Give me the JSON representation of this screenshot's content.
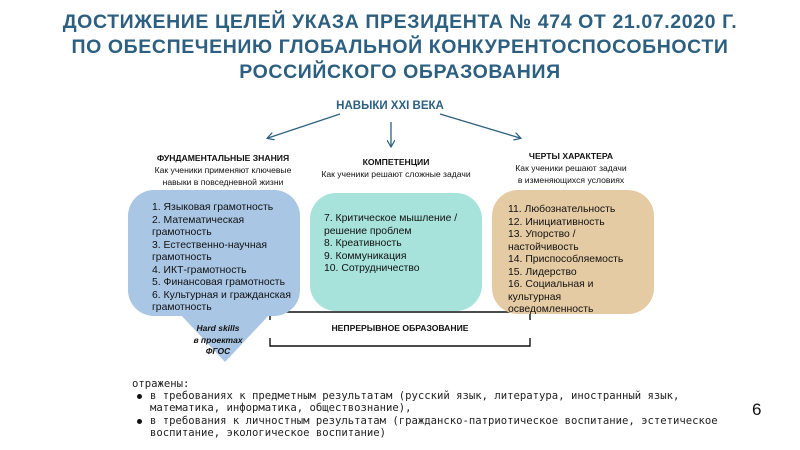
{
  "title": {
    "line1": "ДОСТИЖЕНИЕ ЦЕЛЕЙ УКАЗА ПРЕЗИДЕНТА № 474 ОТ 21.07.2020 Г.",
    "line2": "ПО ОБЕСПЕЧЕНИЮ ГЛОБАЛЬНОЙ КОНКУРЕНТОСПОСОБНОСТИ",
    "line3": "РОССИЙСКОГО ОБРАЗОВАНИЯ"
  },
  "skills_label": "НАВЫКИ XXI ВЕКА",
  "columns": [
    {
      "heading": "ФУНДАМЕНТАЛЬНЫЕ ЗНАНИЯ",
      "subtitle": "Как ученики применяют ключевые\nнавыки в повседневной жизни",
      "color": "#a9c6e5",
      "items": [
        "1. Языковая грамотность",
        "2. Математическая\n    грамотность",
        "3. Естественно-научная\n    грамотность",
        "4. ИКТ-грамотность",
        "5. Финансовая грамотность",
        "6. Культурная и гражданская\n    грамотность"
      ]
    },
    {
      "heading": "КОМПЕТЕНЦИИ",
      "subtitle": "Как ученики решают сложные задачи",
      "color": "#a7e3db",
      "items": [
        "7. Критическое мышление /\n    решение проблем",
        "8. Креативность",
        "9. Коммуникация",
        "10. Сотрудничество"
      ]
    },
    {
      "heading": "ЧЕРТЫ ХАРАКТЕРА",
      "subtitle": "Как ученики решают задачи\nв изменяющихся условиях",
      "color": "#e5cba3",
      "items": [
        "11. Любознательность",
        "12. Инициативность",
        "13. Упорство /\n      настойчивость",
        "14. Приспособляемость",
        "15. Лидерство",
        "16. Социальная и культурная\n      осведомленность"
      ]
    }
  ],
  "hard_skills": "Hard skills\nв проектах\nФГОС",
  "continuous": "НЕПРЕРЫВНОЕ ОБРАЗОВАНИЕ",
  "notes": {
    "intro": "отражены:",
    "bullets": [
      "в требованиях к предметным результатам (русский язык, литература, иностранный язык, математика, информатика, обществознание),",
      "в требования к личностным результатам (гражданско-патриотическое воспитание, эстетическое воспитание, экологическое воспитание)"
    ]
  },
  "page_number": "6",
  "colors": {
    "title": "#2c5f80",
    "arrow": "#2c5f80"
  }
}
